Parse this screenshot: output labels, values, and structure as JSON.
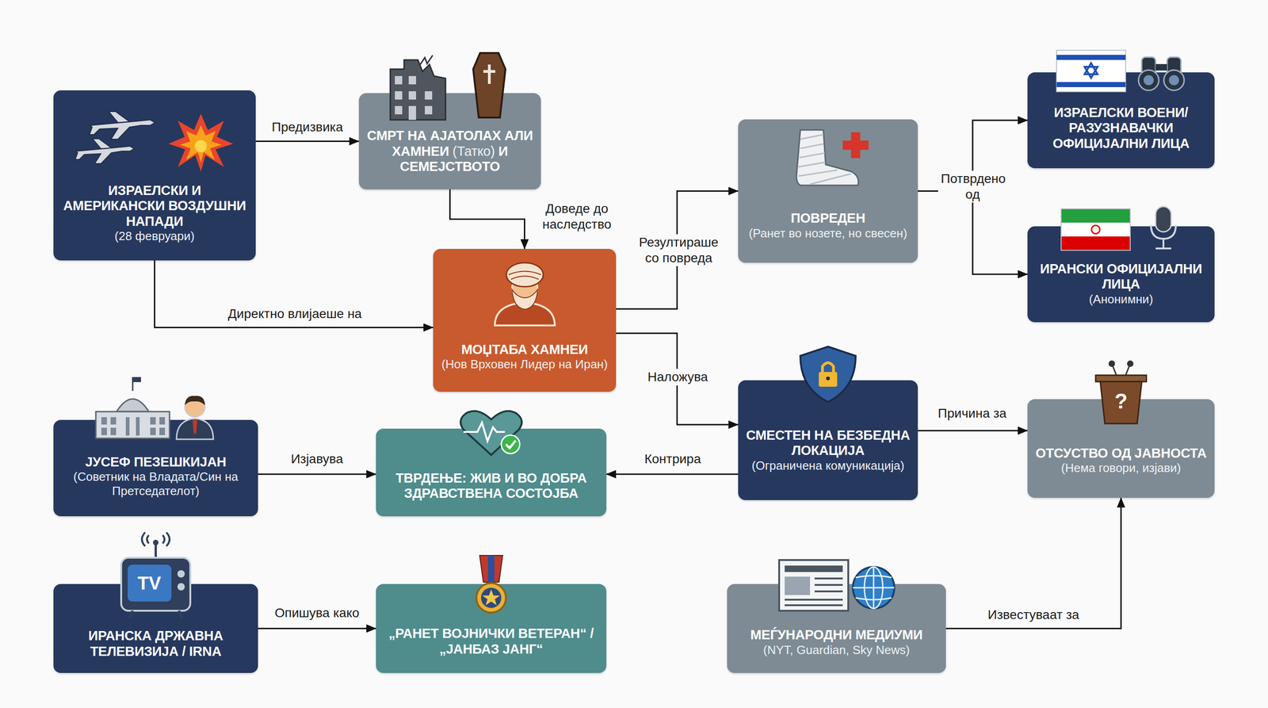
{
  "diagram": {
    "nodes": [
      {
        "text": [
          "ИЗРАЕЛСКИ И АМЕРИКАНСКИ ВОЗДУШНИ НАПАДИ",
          "(28 февруари)"
        ]
      },
      {
        "text": [
          "СМРТ НА АЈАТОЛАХ АЛИ ХАМНЕИ",
          "(Татко)",
          "И СЕМЕЈСТВОТО"
        ]
      },
      {
        "text": [
          "МОЏТАБА ХАМНЕИ",
          "(Нов Врховен Лидер на Иран)"
        ]
      },
      {
        "text": [
          "ПОВРЕДЕН",
          "(Ранет во нозете, но свесен)"
        ]
      },
      {
        "text": [
          "ИЗРАЕЛСКИ ВОЕНИ/РАЗУЗНАВАЧКИ ОФИЦИЈАЛНИ ЛИЦА"
        ]
      },
      {
        "text": [
          "ИРАНСКИ ОФИЦИЈАЛНИ ЛИЦА",
          "(Анонимни)"
        ]
      },
      {
        "text": [
          "СМЕСТЕН НА БЕЗБЕДНА ЛОКАЦИЈА",
          "(Ограничена комуникација)"
        ]
      },
      {
        "text": [
          "ОТСУСТВО ОД ЈАВНОСТА",
          "(Нема говори, изјави)"
        ]
      },
      {
        "text": [
          "ЈУСЕФ ПЕЗЕШКИЈАН",
          "(Советник на Владата/Син на Претседателот)"
        ]
      },
      {
        "text": [
          "ТВРДЕЊЕ: ЖИВ И ВО ДОБРА ЗДРАВСТВЕНА СОСТОЈБА"
        ]
      },
      {
        "text": [
          "ИРАНСКА ДРЖАВНА ТЕЛЕВИЗИЈА / IRNA"
        ]
      },
      {
        "text": [
          "„РАНЕТ ВОЈНИЧКИ ВЕТЕРАН“ / „ЈАНБАЗ ЈАНГ“"
        ]
      },
      {
        "text": [
          "МЕЃУНАРОДНИ МЕДИУМИ",
          "(NYT, Guardian, Sky News)"
        ]
      }
    ],
    "edges": [
      {
        "from": 0,
        "to": 1,
        "label": "Предизвика",
        "arrow": "to"
      },
      {
        "from": 1,
        "to": 2,
        "label": "Доведе до наследство",
        "arrow": "to"
      },
      {
        "from": 0,
        "to": 2,
        "label": "Директно влијаеше на",
        "arrow": "to"
      },
      {
        "from": 2,
        "to": 3,
        "label": "Резултираше со повреда",
        "arrow": "to"
      },
      {
        "from": 3,
        "to": 4,
        "label": "Потврдено од",
        "arrow": "to"
      },
      {
        "from": 3,
        "to": 5,
        "arrow": "to"
      },
      {
        "from": 2,
        "to": 6,
        "label": "Наложува",
        "arrow": "to"
      },
      {
        "from": 6,
        "to": 7,
        "label": "Причина за",
        "arrow": "to"
      },
      {
        "from": 6,
        "to": 9,
        "label": "Контрира",
        "arrow": "to"
      },
      {
        "from": 8,
        "to": 9,
        "label": "Изјавува",
        "arrow": "to"
      },
      {
        "from": 10,
        "to": 11,
        "label": "Опишува како",
        "arrow": "to"
      },
      {
        "from": 12,
        "to": 7,
        "label": "Известуваат за",
        "arrow": "to"
      }
    ],
    "labels": [
      "TV",
      "?"
    ]
  }
}
